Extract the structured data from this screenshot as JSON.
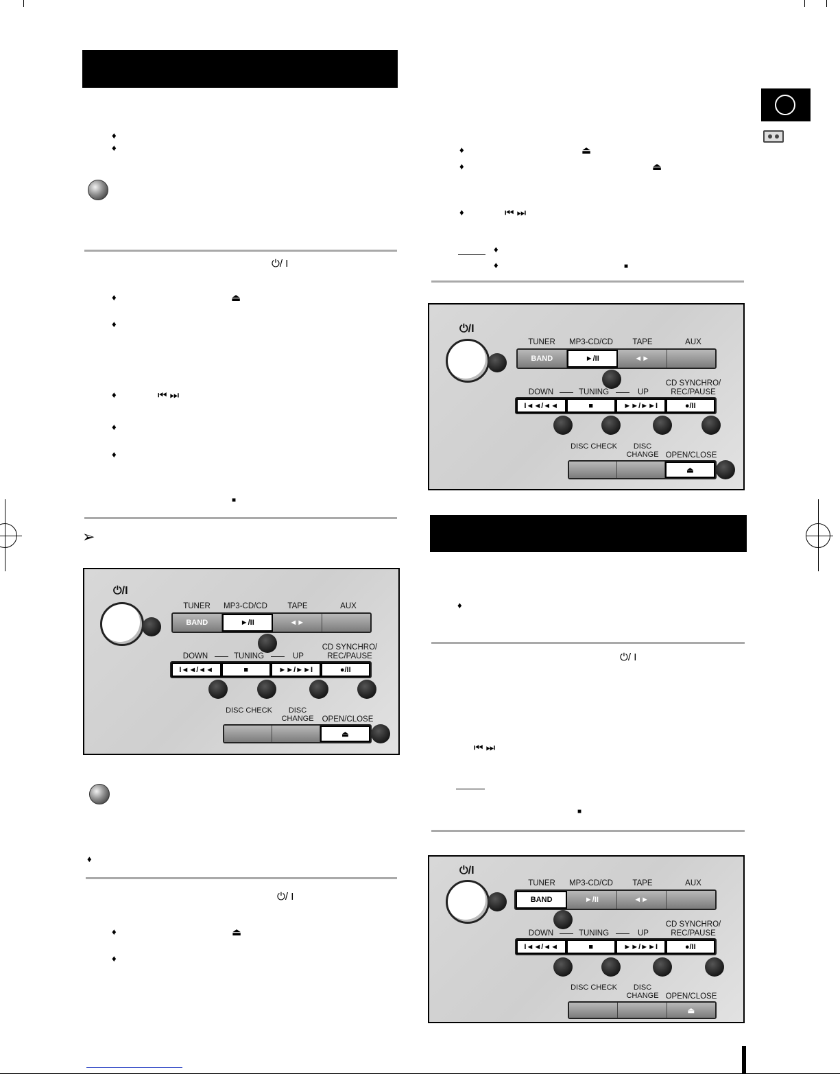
{
  "symbols": {
    "power_icon": "⏻/ I",
    "eject_icon": "⏏",
    "skip_icons": "⏮ ⏭",
    "stop_icon": "■",
    "diamond_bullet": "♦",
    "arrow_icon": "➢"
  },
  "panel": {
    "power_label": "⏻/I",
    "top_labels": [
      "TUNER",
      "MP3-CD/CD",
      "TAPE",
      "AUX"
    ],
    "top_buttons": [
      "BAND",
      "►/II",
      "◄►",
      ""
    ],
    "tuning_labels": {
      "down": "DOWN",
      "tuning": "TUNING",
      "up": "UP",
      "synchro": "CD SYNCHRO/",
      "rec_pause": "REC/PAUSE"
    },
    "mid_buttons": [
      "I◄◄/◄◄",
      "■",
      "►►/►►I",
      "●/II"
    ],
    "disc_labels": {
      "disc_check": "DISC CHECK",
      "disc_change": "DISC CHANGE",
      "open_close": "OPEN/CLOSE"
    },
    "bottom_buttons": [
      "",
      "",
      "⏏"
    ]
  }
}
